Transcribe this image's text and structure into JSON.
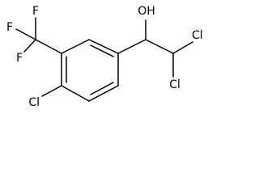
{
  "molecule": {
    "labels": {
      "f_top": "F",
      "f_left": "F",
      "f_bottom": "F",
      "oh": "OH",
      "cl_ring": "Cl",
      "cl_upper": "Cl",
      "cl_lower": "Cl"
    },
    "colors": {
      "bond": "#000000",
      "text": "#000000",
      "background": "#ffffff"
    }
  }
}
